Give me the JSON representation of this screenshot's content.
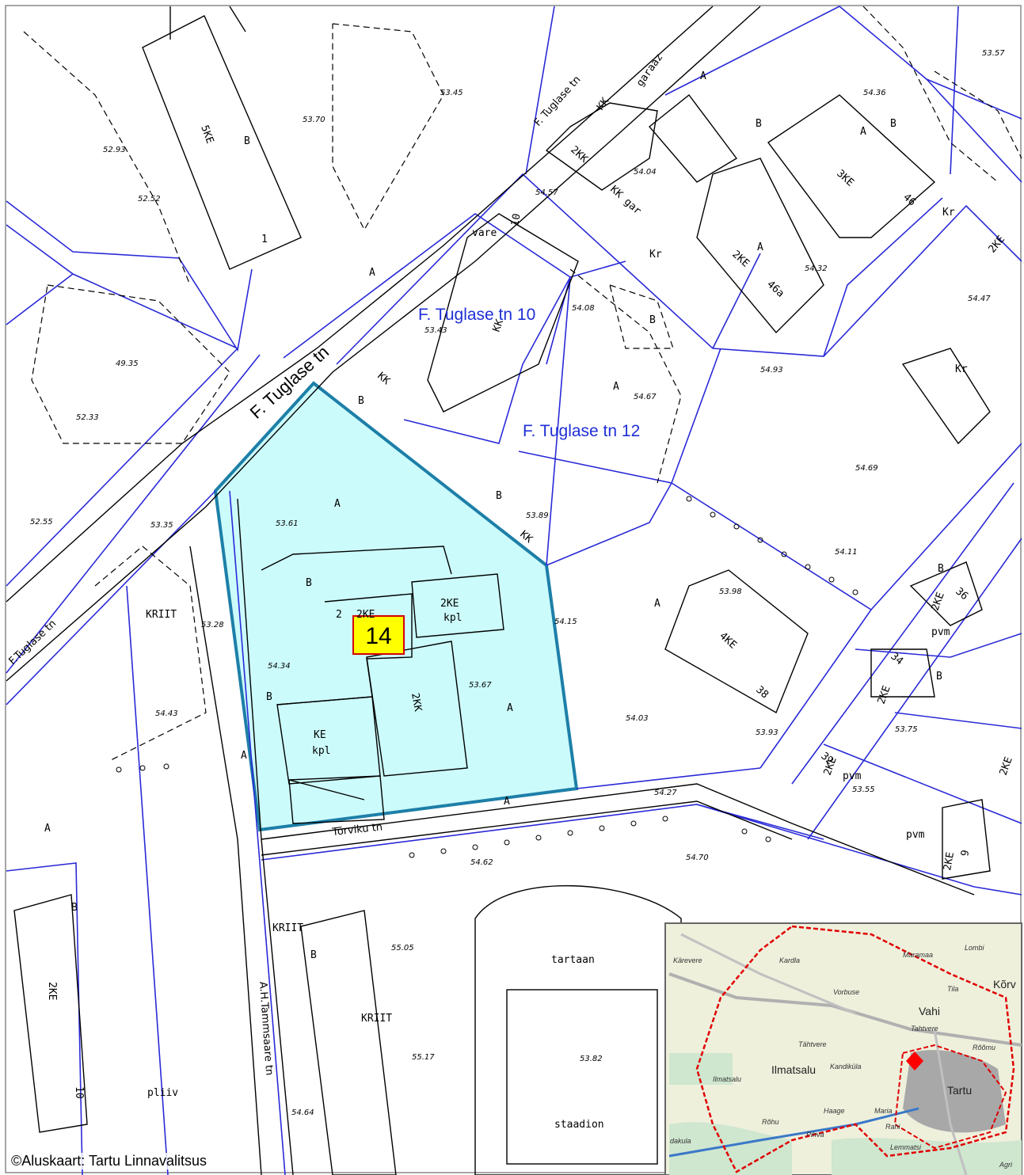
{
  "parcel": {
    "number": "14",
    "fill_color": "#ccfbfb",
    "outline_color": "#1d7fa8"
  },
  "neighbour_labels": {
    "tuglase_10": "F. Tuglase tn 10",
    "tuglase_12": "F. Tuglase tn 12"
  },
  "streets": {
    "tuglase_main": "F. Tuglase tn",
    "tuglase_west": "F.Tuglase tn",
    "torviku": "Tõrviku tn",
    "tammsaare": "A.H.Tammsaare tn"
  },
  "map_labels": {
    "a": "A",
    "b": "B",
    "kk": "KK",
    "kr": "Kr",
    "pvm": "pvm",
    "ske": "5KE",
    "three_ke": "3KE",
    "two_ke": "2KE",
    "four_ke": "4KE",
    "two_kk": "2KK",
    "two_kk_garage": "2KK",
    "kk_gar": "KK gar",
    "garaaz": "garaaz",
    "vare": "vare",
    "ten": "10",
    "h46": "46",
    "h46a": "46a",
    "h38": "38",
    "h36": "36",
    "h34": "34",
    "h32": "32",
    "h9": "9",
    "h1": "1",
    "h2": "2",
    "ke_kpl": "KE",
    "kpl": "kpl",
    "tartaan": "tartaan",
    "staadion": "staadion",
    "e_5345": "53.45",
    "e_5370": "53.70",
    "e_5293": "52.93",
    "e_5252": "52.52",
    "e_4935": "49.35",
    "e_5233": "52.33",
    "e_5255": "52.55",
    "e_5335": "53.35",
    "e_5361": "53.61",
    "e_5434": "54.34",
    "e_5443": "54.43",
    "e_5328": "53.28",
    "e_5389": "53.89",
    "e_5415": "54.15",
    "e_5398": "53.98",
    "e_5403": "54.03",
    "e_5393": "53.93",
    "e_5427": "54.27",
    "e_5462": "54.62",
    "e_5470": "54.70",
    "e_5493": "54.93",
    "e_5469": "54.69",
    "e_5411": "54.11",
    "e_5432": "54.32",
    "e_5447": "54.47",
    "e_5436": "54.36",
    "e_5404": "54.04",
    "e_5375": "53.75",
    "e_5355": "53.55",
    "e_5505": "55.05",
    "e_5517": "55.17",
    "e_5382": "53.82",
    "e_5464": "54.64",
    "e_5367": "53.67",
    "e_5457": "54.57",
    "e_5467": "54.67",
    "e_5408": "54.08",
    "e_5343": "53.43",
    "e_5357": "53.57",
    "kriit": "KRIIT",
    "pliiv": "pliiv"
  },
  "inset": {
    "places": {
      "karevere": "Kärevere",
      "kardla": "Kardla",
      "maramaa": "Maramaa",
      "lombi": "Lombi",
      "vorbuse": "Vorbuse",
      "tila": "Tila",
      "korv": "Kõrv",
      "vahi": "Vahi",
      "tahtvere_s": "Tahtvere",
      "tahtvere": "Tähtvere",
      "roomu": "Rõõmu",
      "ilmatsalu": "Ilmatsalu",
      "ilmatsalu_s": "Ilmatsalu",
      "kandikula": "Kandiküla",
      "tartu": "Tartu",
      "haage": "Haage",
      "maria": "Maria",
      "rahi": "Rahi",
      "rohu": "Rõhu",
      "pihva": "Pihva",
      "lemmatsi": "Lemmatsi",
      "adakula": "dakula",
      "agri": "Agri"
    },
    "marker_color": "#ff0000",
    "border_color": "#e00000"
  },
  "credit": "©Aluskaart: Tartu Linnavalitsus"
}
